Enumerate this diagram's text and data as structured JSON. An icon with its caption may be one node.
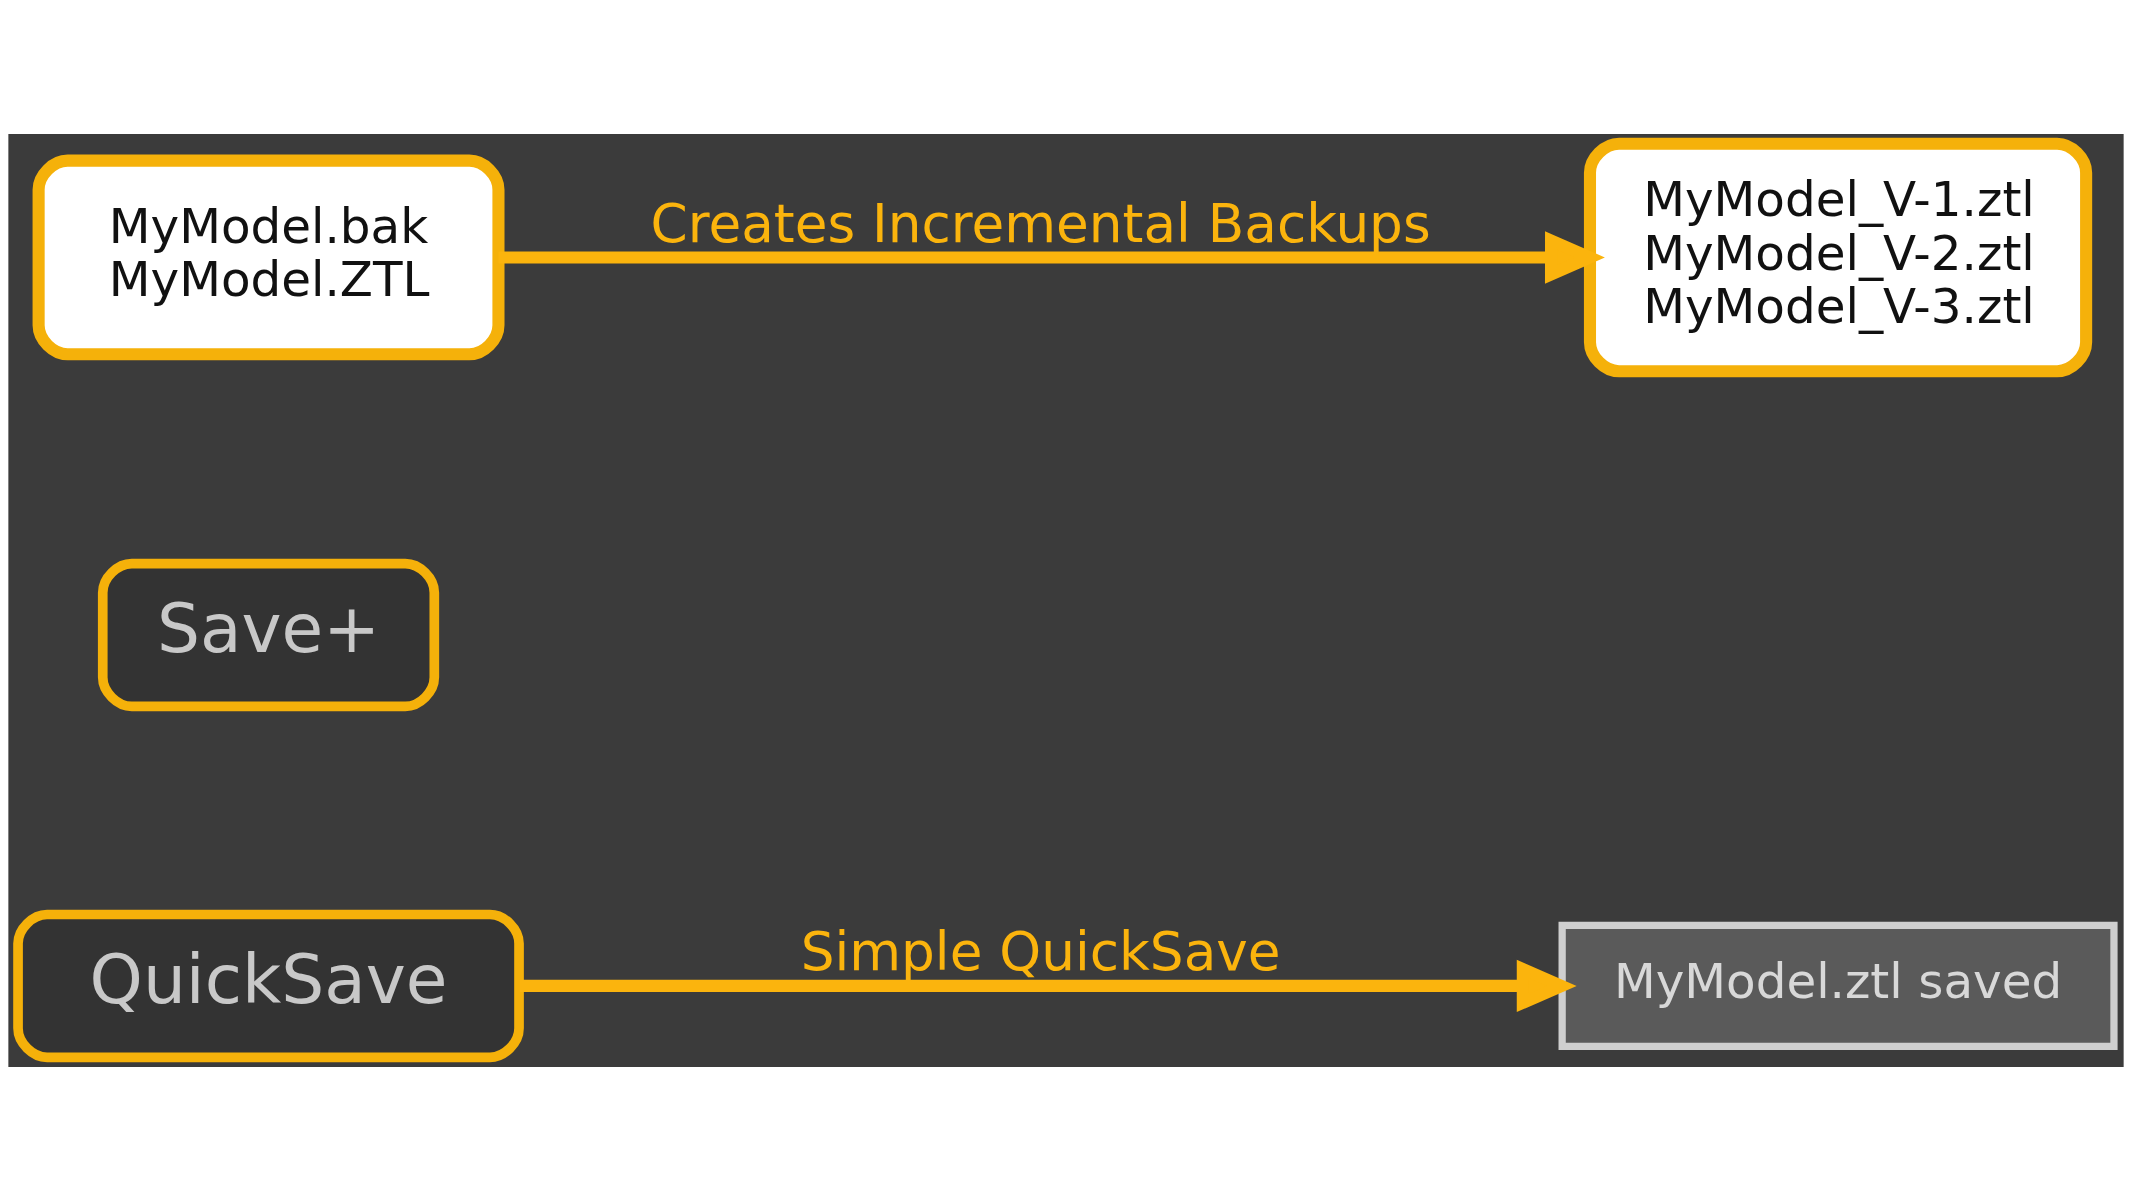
{
  "diagram": {
    "nodes": [
      {
        "text": [
          "QuickSave"
        ]
      },
      {
        "text": [
          "MyModel.ztl saved"
        ]
      },
      {
        "text": [
          "Save+"
        ]
      },
      {
        "text": [
          "MyModel.bak",
          "MyModel.ZTL"
        ]
      },
      {
        "text": [
          "MyModel_V-1.ztl",
          "MyModel_V-2.ztl",
          "MyModel_V-3.ztl"
        ]
      }
    ],
    "edges": [
      {
        "from": 0,
        "to": 1,
        "arrow": "to",
        "label": "Simple QuickSave"
      },
      {
        "from": 3,
        "to": 4,
        "arrow": "to",
        "label": "Creates Incremental Backups"
      }
    ]
  }
}
